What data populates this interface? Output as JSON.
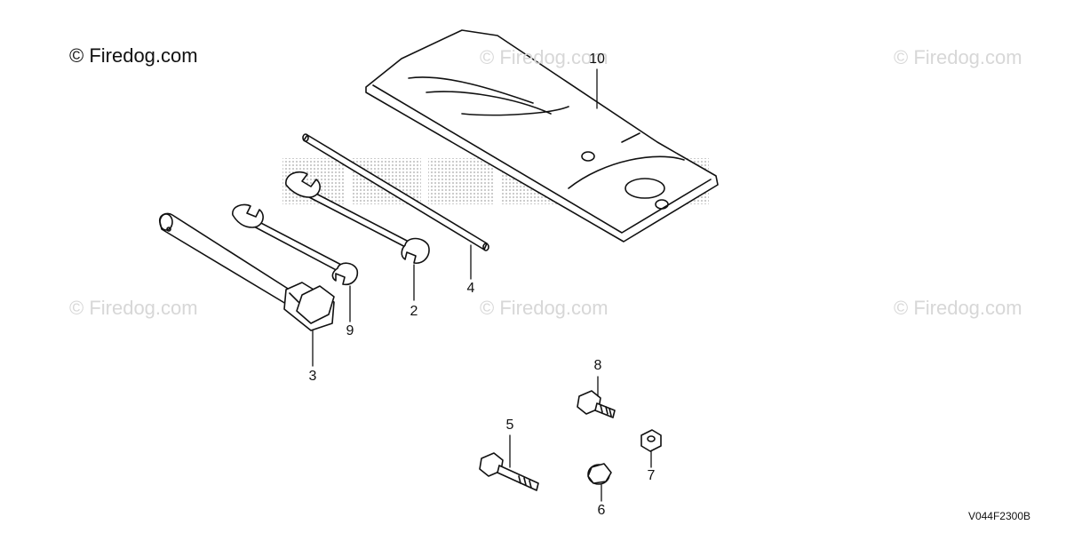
{
  "copyright": "© Firedog.com",
  "watermark": "© Firedog.com",
  "diagram_code": "V044F2300B",
  "callouts": [
    "10",
    "4",
    "2",
    "9",
    "3",
    "8",
    "5",
    "7",
    "6"
  ],
  "colors": {
    "line": "#111111",
    "watermark": "#d7d7d7",
    "logo_dots": "#b0b0b0"
  }
}
